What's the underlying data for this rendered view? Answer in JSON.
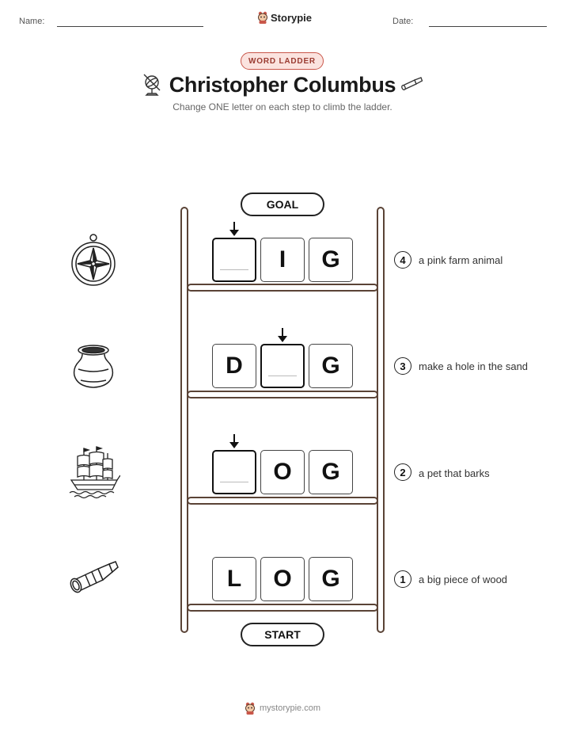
{
  "header": {
    "name_label": "Name:",
    "date_label": "Date:",
    "brand": "Storypie"
  },
  "badge": "WORD LADDER",
  "title": "Christopher Columbus",
  "subtitle": "Change ONE letter on each step to climb the ladder.",
  "goal_label": "GOAL",
  "start_label": "START",
  "steps": [
    {
      "number": "4",
      "clue": "a pink farm animal",
      "letters": [
        "",
        "I",
        "G"
      ],
      "blank_index": 0,
      "picture": "compass-icon"
    },
    {
      "number": "3",
      "clue": "make a hole in the sand",
      "letters": [
        "D",
        "",
        "G"
      ],
      "blank_index": 1,
      "picture": "pot-icon"
    },
    {
      "number": "2",
      "clue": "a pet that barks",
      "letters": [
        "",
        "O",
        "G"
      ],
      "blank_index": 0,
      "picture": "ship-icon"
    },
    {
      "number": "1",
      "clue": "a big piece of wood",
      "letters": [
        "L",
        "O",
        "G"
      ],
      "blank_index": null,
      "picture": "spyglass-icon"
    }
  ],
  "footer": "mystorypie.com"
}
